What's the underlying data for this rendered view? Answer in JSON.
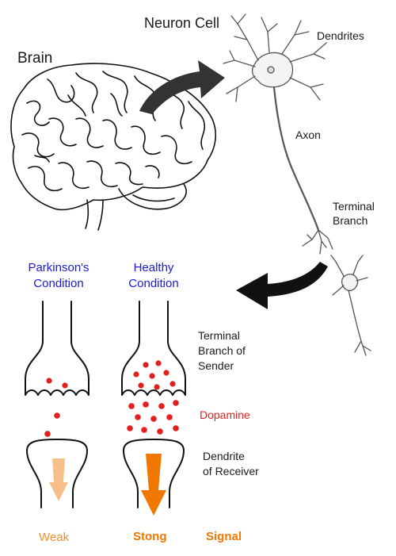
{
  "labels": {
    "brain": "Brain",
    "neuron_cell": "Neuron Cell",
    "dendrites": "Dendrites",
    "axon": "Axon",
    "terminal_branch": [
      "Terminal",
      "Branch"
    ],
    "parkinsons": [
      "Parkinson's",
      "Condition"
    ],
    "healthy": [
      "Healthy",
      "Condition"
    ],
    "terminal_branch_sender": [
      "Terminal",
      "Branch of",
      "Sender"
    ],
    "dopamine": "Dopamine",
    "dendrite_receiver": [
      "Dendrite",
      "of Receiver"
    ],
    "weak": "Weak",
    "strong": "Stong",
    "signal": "Signal"
  },
  "colors": {
    "condition_label": "#1a1adb",
    "dopamine": "#e02020",
    "signal_orange": "#f07800",
    "weak_arrow": "#f7c08a",
    "line": "#111111"
  }
}
